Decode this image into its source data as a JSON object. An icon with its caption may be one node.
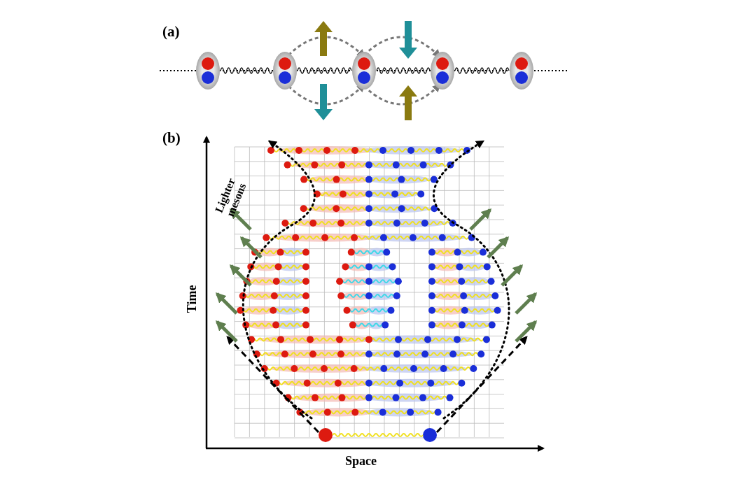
{
  "diagram": {
    "labels": [
      "(a)",
      "(b)",
      "Lighter mesons",
      "Time",
      "Space"
    ]
  }
}
